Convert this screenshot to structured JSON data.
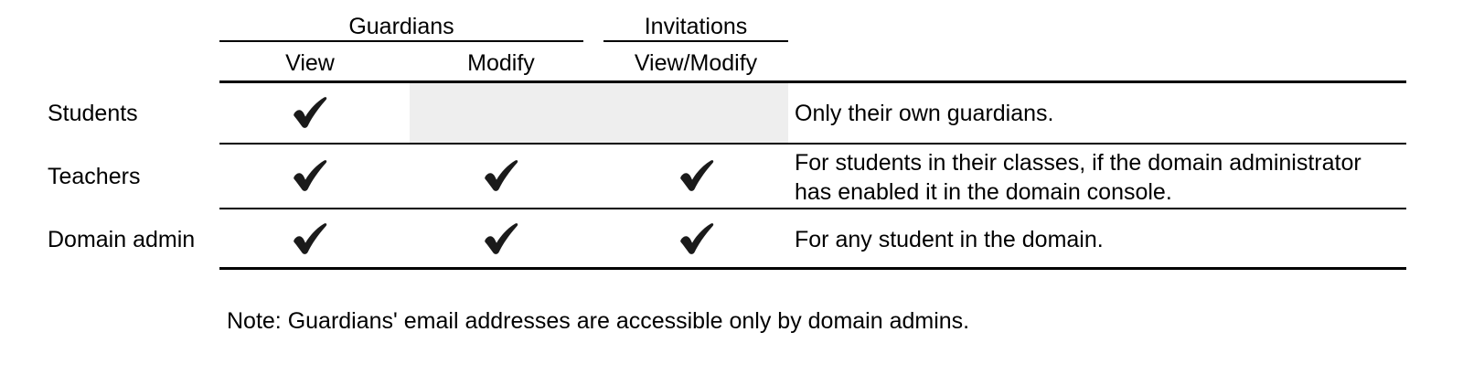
{
  "table": {
    "group_headers": [
      {
        "id": "guardians",
        "label": "Guardians"
      },
      {
        "id": "invitations",
        "label": "Invitations"
      }
    ],
    "sub_headers": [
      {
        "id": "view",
        "label": "View"
      },
      {
        "id": "modify",
        "label": "Modify"
      },
      {
        "id": "viewmodify",
        "label": "View/Modify"
      }
    ],
    "rows": [
      {
        "id": "students",
        "label": "Students",
        "guardians_view": "check",
        "guardians_modify": "disabled",
        "invitations_viewmodify": "none",
        "description": "Only their own guardians."
      },
      {
        "id": "teachers",
        "label": "Teachers",
        "guardians_view": "check",
        "guardians_modify": "check",
        "invitations_viewmodify": "check",
        "description": "For students in their classes, if the domain administrator has enabled it in the domain console."
      },
      {
        "id": "domain-admin",
        "label": "Domain admin",
        "guardians_view": "check",
        "guardians_modify": "check",
        "invitations_viewmodify": "check",
        "description": "For any student in the domain."
      }
    ]
  },
  "note": "Note: Guardians' email addresses are accessible only by domain admins.",
  "icons": {
    "check": "heavy-check-mark"
  },
  "colors": {
    "text": "#000000",
    "rule": "#000000",
    "background": "#ffffff",
    "disabled_cell": "#eeeeee"
  }
}
